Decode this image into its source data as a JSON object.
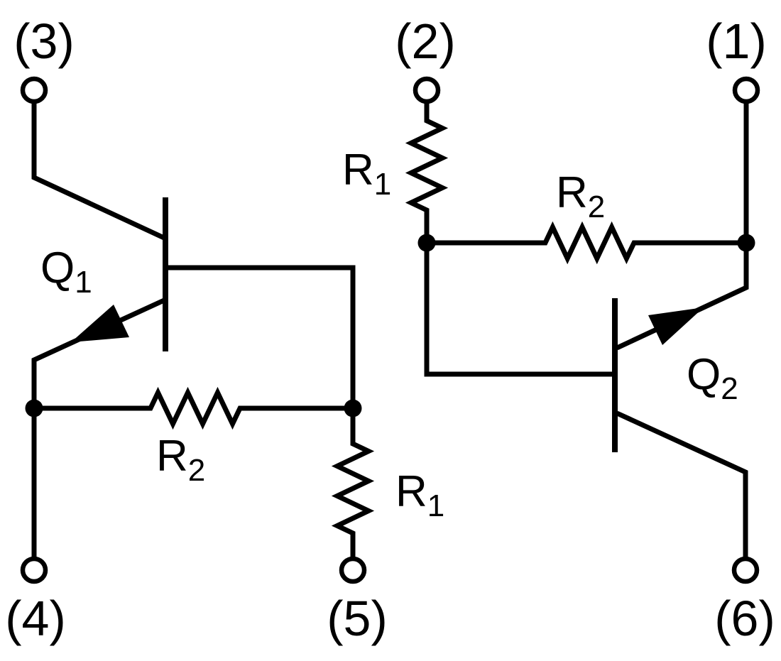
{
  "title": "Transistor equivalent circuit schematic",
  "colors": {
    "line": "#000000",
    "background": "#ffffff"
  },
  "pins": {
    "pin1": "(1)",
    "pin2": "(2)",
    "pin3": "(3)",
    "pin4": "(4)",
    "pin5": "(5)",
    "pin6": "(6)"
  },
  "components": {
    "q1": {
      "name": "Q",
      "sub": "1"
    },
    "q2": {
      "name": "Q",
      "sub": "2"
    },
    "r1_left": {
      "name": "R",
      "sub": "1"
    },
    "r2_left": {
      "name": "R",
      "sub": "2"
    },
    "r1_right": {
      "name": "R",
      "sub": "1"
    },
    "r2_right": {
      "name": "R",
      "sub": "2"
    }
  }
}
